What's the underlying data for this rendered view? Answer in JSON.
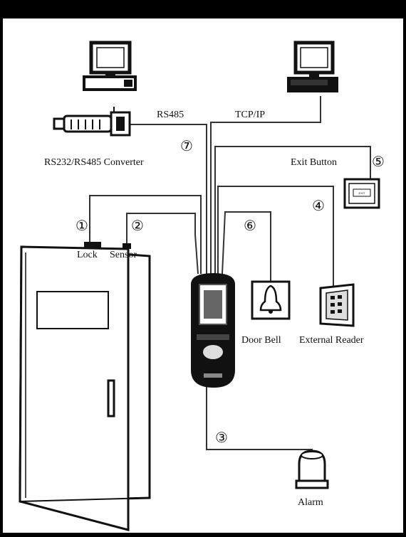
{
  "labels": {
    "rs485": "RS485",
    "tcpip": "TCP/IP",
    "converter": "RS232/RS485 Converter",
    "exit_button": "Exit Button",
    "lock": "Lock",
    "sensor": "Sensor",
    "door_bell": "Door Bell",
    "external_reader": "External Reader",
    "alarm": "Alarm"
  },
  "markers": {
    "m1": "①",
    "m2": "②",
    "m3": "③",
    "m4": "④",
    "m5": "⑤",
    "m6": "⑥",
    "m7": "⑦"
  },
  "exit_button_face": "EXIT"
}
